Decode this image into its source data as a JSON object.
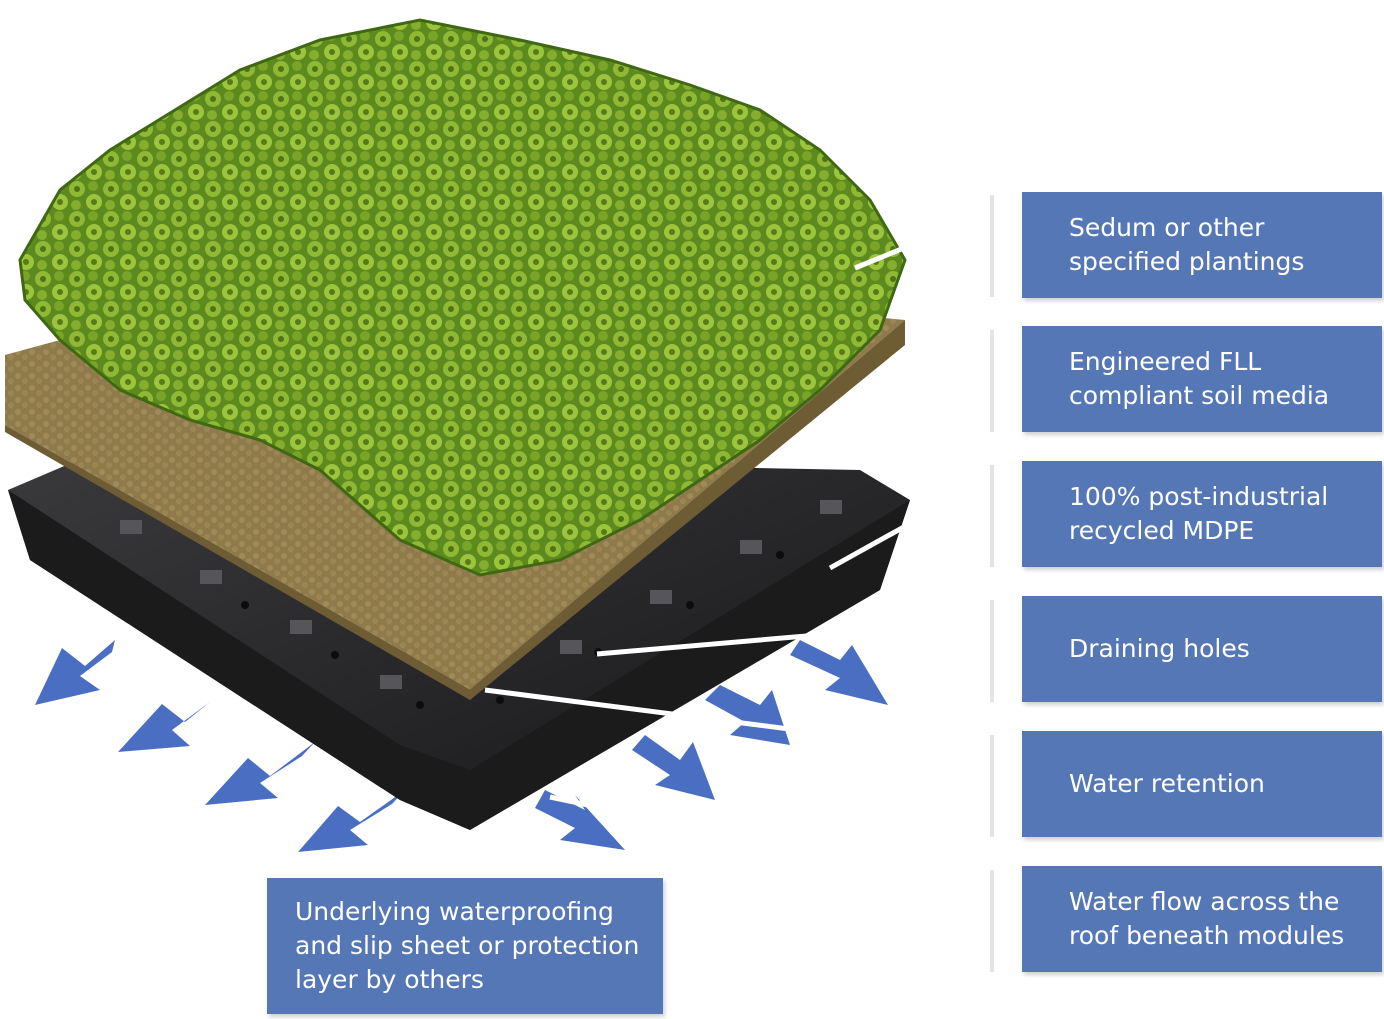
{
  "labels": {
    "plantings": "Sedum or other\nspecified plantings",
    "soil": "Engineered FLL\ncompliant soil media",
    "mdpe": "100% post-industrial\nrecycled MDPE",
    "draining": "Draining holes",
    "retention": "Water retention",
    "flow": "Water flow across the\nroof beneath modules",
    "waterproofing": "Underlying waterproofing\nand slip sheet or protection\nlayer by others"
  },
  "colors": {
    "label_box": "#5577b6",
    "arrow": "#4a6fc2",
    "foliage": "#7fa82a",
    "soil": "#8a7446",
    "tray": "#2a2a2c"
  }
}
